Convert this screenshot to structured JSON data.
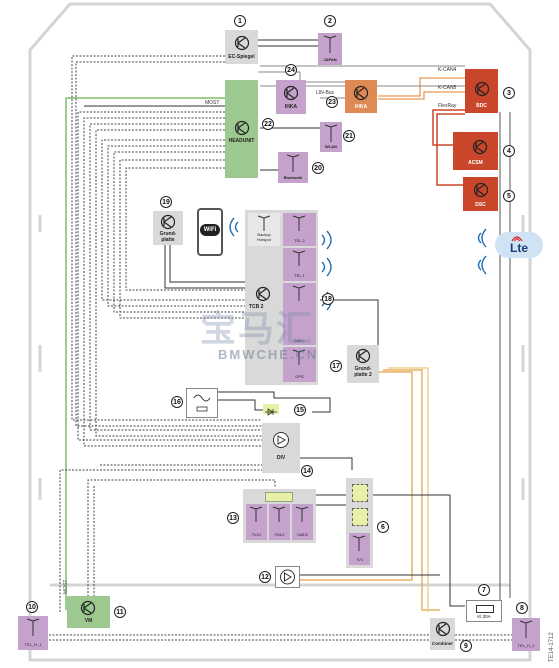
{
  "components": {
    "ec_spiegel": {
      "label": "EC-Spiegel",
      "num": "1"
    },
    "japan": {
      "label": "JAPAN",
      "num": "2"
    },
    "bdc": {
      "label": "BDC",
      "num": "3"
    },
    "acsm": {
      "label": "ACSM",
      "num": "4"
    },
    "dsc": {
      "label": "DSC",
      "num": "5"
    },
    "tv_amp": {
      "label": "TV3",
      "num": "6"
    },
    "fuse": {
      "label": "Kl.30A",
      "num": "7"
    },
    "tel_h_rear": {
      "label": "TEL_H_2",
      "num": "8"
    },
    "combiner": {
      "label": "Combiner",
      "num": "9"
    },
    "tel_h_front": {
      "label": "TEL_H_1",
      "num": "10"
    },
    "vm": {
      "label": "VM",
      "num": "11"
    },
    "amp12": {
      "num": "12"
    },
    "antennas13": {
      "labels": [
        "TV1/2",
        "FM1/2",
        "DAB B"
      ],
      "num": "13"
    },
    "div": {
      "label": "DIV",
      "num": "14"
    },
    "diode": {
      "num": "15"
    },
    "filter": {
      "num": "16"
    },
    "grundplatte2": {
      "label": "Grund-\nplatte 2",
      "num": "17"
    },
    "tcb_antennas": {
      "labels": [
        "Backup\nHotspot",
        "TEL 2",
        "TEL 1",
        "DAB L",
        "GPS"
      ],
      "num": "18"
    },
    "grundplatte": {
      "label": "Grund-\nplatte",
      "num": "19"
    },
    "bluetooth": {
      "label": "Bluetooth",
      "num": "20"
    },
    "wlan": {
      "label": "WLAN",
      "num": "21"
    },
    "headunit": {
      "label": "HEADUNIT",
      "num": "22"
    },
    "ihka_main": {
      "label": "IHKA",
      "num": "23"
    },
    "ihka_ant": {
      "label": "IHKA",
      "num": "24"
    },
    "tcb": {
      "label": "TCB 2"
    }
  },
  "bus_labels": {
    "kcan4": "K-CAN4",
    "kcan5": "K-CAN5",
    "flexray": "FlexRay",
    "lin": "LIN-Bus",
    "most_top": "MOST",
    "most_left": "MOST"
  },
  "badges": {
    "wifi": "WiFi",
    "lte": "Lte"
  },
  "watermark": {
    "main": "宝马汇",
    "sub": "BMWCHE.CN"
  },
  "figure_id": "TE14-1712",
  "colors": {
    "purple": "#c5a2cc",
    "green": "#9dc890",
    "orange": "#df8a55",
    "red": "#c9462a",
    "gray": "#d9d9d9",
    "yellow_line": "#e8c070",
    "frame": "#d6d6d6"
  }
}
